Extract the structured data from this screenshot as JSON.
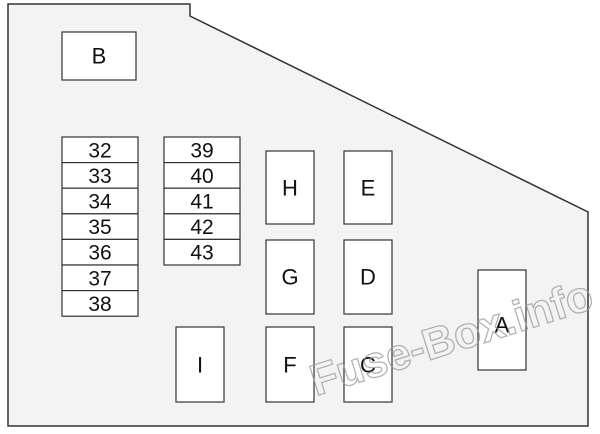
{
  "large_fuses": [
    {
      "id": "B",
      "label": "B"
    },
    {
      "id": "H",
      "label": "H"
    },
    {
      "id": "E",
      "label": "E"
    },
    {
      "id": "G",
      "label": "G"
    },
    {
      "id": "D",
      "label": "D"
    },
    {
      "id": "I",
      "label": "I"
    },
    {
      "id": "F",
      "label": "F"
    },
    {
      "id": "C",
      "label": "C"
    },
    {
      "id": "A",
      "label": "A"
    }
  ],
  "fuse_column_left": [
    "32",
    "33",
    "34",
    "35",
    "36",
    "37",
    "38"
  ],
  "fuse_column_right": [
    "39",
    "40",
    "41",
    "42",
    "43"
  ],
  "watermark": "Fuse-Box.info",
  "colors": {
    "panel": "#f3f3f3",
    "outline": "#333333",
    "fuse_fill": "#ffffff"
  }
}
